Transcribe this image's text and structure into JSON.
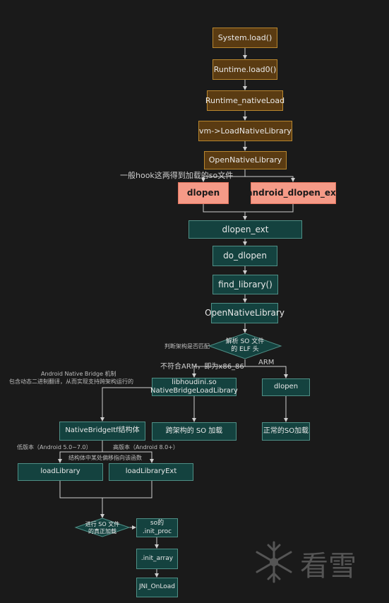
{
  "nodes": {
    "system_load": "System.load()",
    "runtime_load0": "Runtime.load0()",
    "runtime_nativeload": "Runtime_nativeLoad",
    "vm_loadnativelibrary": "vm->LoadNativeLibrary",
    "opennativelibrary_1": "OpenNativeLibrary",
    "dlopen_salmon": "dlopen",
    "android_dlopen_ext": "android_dlopen_ext",
    "dlopen_ext": "dlopen_ext",
    "do_dlopen": "do_dlopen",
    "find_library": "find_library()",
    "opennativelibrary_2": "OpenNativeLibrary",
    "parse_so_line1": "解析 SO 文件",
    "parse_so_line2": "的 ELF 头",
    "libhoudini_line1": "libhoudini.so",
    "libhoudini_line2": "NativeBridgeLoadLibrary",
    "dlopen_arm": "dlopen",
    "nativebridgeitf": "NativeBridgeItf结构体",
    "cross_arch_load": "跨架构的 SO 加载",
    "normal_so_load": "正常的SO加载",
    "loadlibrary": "loadLibrary",
    "loadlibraryext": "loadLibraryExt",
    "real_load_line1": "进行 SO 文件",
    "real_load_line2": "的真正加载",
    "so_init_proc_line1": "so的",
    "so_init_proc_line2": ".init_proc",
    "init_array": ".init_array",
    "jni_onload": "JNI_OnLoad"
  },
  "labels": {
    "hook_note": "一般hook这两得到加载的so文件",
    "arch_check": "判断架构是否匹配",
    "not_arm": "不符合ARM，即为x86_86",
    "arm": "ARM",
    "native_bridge_title": "Android Native Bridge 机制",
    "native_bridge_desc": "包含动态二进制翻译，从而实现支持跨架构运行的",
    "low_version": "低版本（Android 5.0~7.0）",
    "high_version": "高版本（Android 8.0+）",
    "struct_offset": "结构体中某处偏移指向该函数"
  },
  "watermark": {
    "text": "看雪"
  },
  "colors": {
    "background": "#1a1a1a",
    "brown_fill": "#5a3b12",
    "brown_border": "#b8862e",
    "salmon_fill": "#f59a87",
    "teal_fill": "#14423f",
    "teal_border": "#4f8f86",
    "line": "#cfcfcf"
  }
}
